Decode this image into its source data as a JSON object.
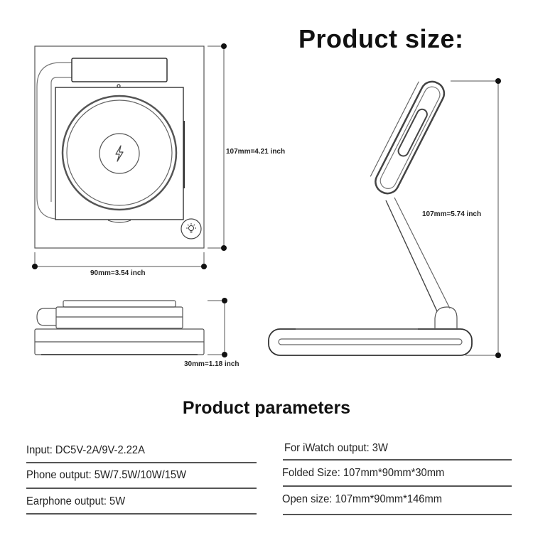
{
  "header": {
    "title": "Product size:"
  },
  "dimensions": {
    "top_view_height": "107mm=4.21 inch",
    "top_view_width": "90mm=3.54 inch",
    "side_view_height": "107mm=5.74 inch",
    "folded_thickness": "30mm=1.18 inch"
  },
  "icons": {
    "charging": "lightning-bolt",
    "light": "light-bulb"
  },
  "parameters": {
    "title": "Product parameters",
    "left": [
      "Input: DC5V-2A/9V-2.22A",
      "Phone output: 5W/7.5W/10W/15W",
      "Earphone output: 5W"
    ],
    "right": [
      "For iWatch output: 3W",
      "Folded Size: 107mm*90mm*30mm",
      "Open size: 107mm*90mm*146mm"
    ]
  },
  "colors": {
    "line": "#444444",
    "text": "#111111",
    "background": "#ffffff"
  }
}
